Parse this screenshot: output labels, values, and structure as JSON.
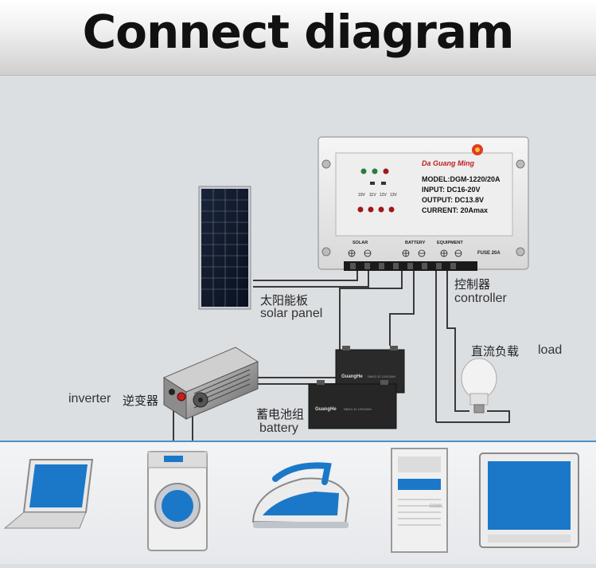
{
  "title": "Connect diagram",
  "controller": {
    "brand": "Da Guang Ming",
    "model": "MODEL:DGM-1220/20A",
    "input": "INPUT: DC16-20V",
    "output": "OUTPUT: DC13.8V",
    "current": "CURRENT: 20Amax",
    "voltages": [
      "10V",
      "11V",
      "12V",
      "13V"
    ],
    "terminal_groups": [
      "SOLAR",
      "BATTERY",
      "EQUIPMENT"
    ],
    "fuse": "FUSE   20A"
  },
  "labels": {
    "controller_cn": "控制器",
    "controller_en": "controller",
    "solar_cn": "太阳能板",
    "solar_en": "solar panel",
    "load_cn": "直流负载",
    "load_en": "load",
    "inverter_en": "inverter",
    "inverter_cn": "逆变器",
    "battery_cn": "蓄电池组",
    "battery_en": "battery"
  },
  "battery_brand": "GuangHe",
  "battery_model": "DM12-12  12V12AH",
  "appliances": [
    "laptop-icon",
    "washing-machine-icon",
    "iron-icon",
    "air-conditioner-icon",
    "tv-icon"
  ],
  "appliance_text": {
    "cool": "COOL"
  },
  "colors": {
    "accent": "#4a90c8",
    "wire": "#3a3a3a"
  }
}
